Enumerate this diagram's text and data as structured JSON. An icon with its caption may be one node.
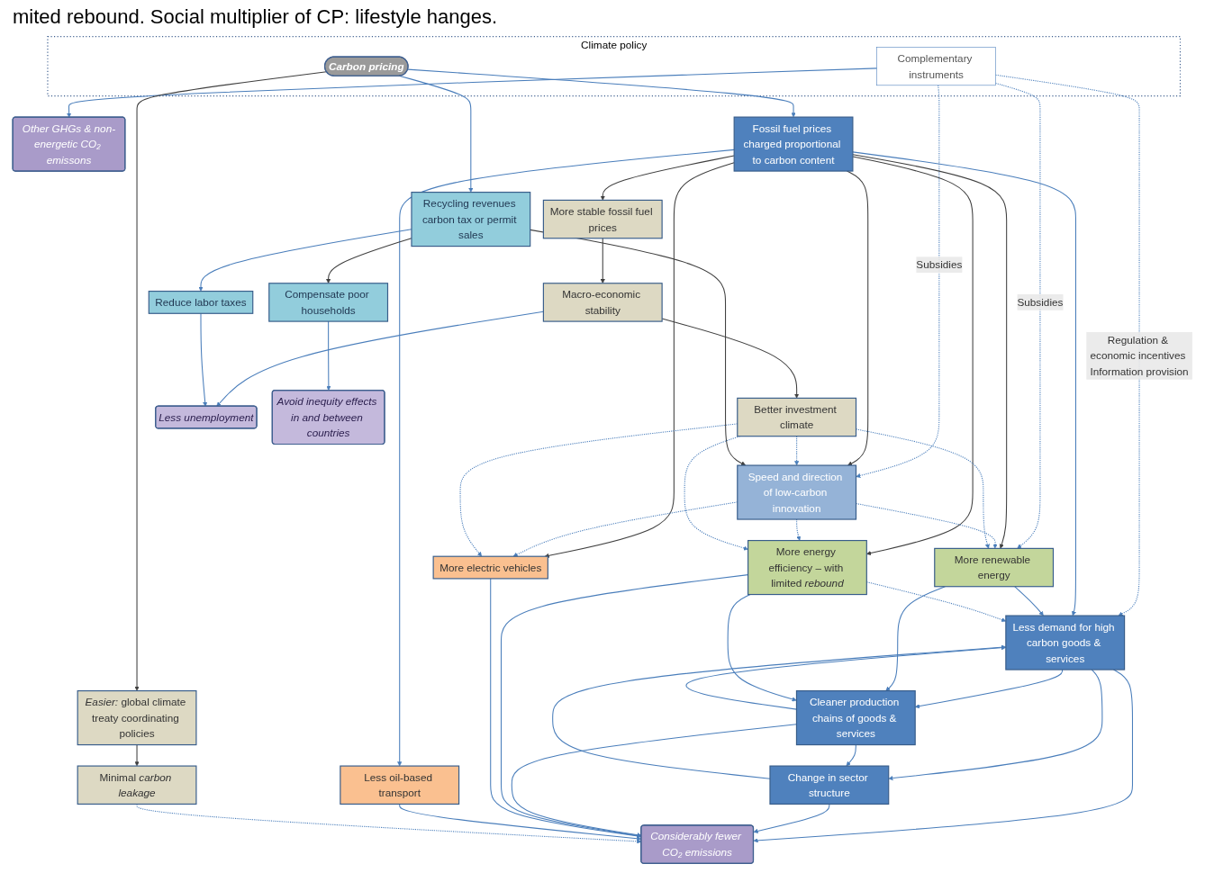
{
  "diagram": {
    "nodes": [
      {
        "text": [
          "Other GHGs & non-energetic CO₂ emissons"
        ]
      },
      {
        "text": [
          "Climate policy"
        ]
      },
      {
        "text": [
          "Complementary instruments"
        ],
        "in": 1
      },
      {
        "text": [
          "Carbon pricing"
        ],
        "in": 1
      },
      {
        "text": [
          "Less demand for high carbon goods & services"
        ]
      },
      {
        "text": [
          "Change in sector structure"
        ]
      },
      {
        "text": [
          "More renewable energy"
        ]
      },
      {
        "text": [
          "Cleaner production chains of goods & services"
        ]
      },
      {
        "text": [
          "Fossil fuel prices charged proportional to carbon content"
        ]
      },
      {
        "text": [
          "More energy efficiency – with limited *rebound*"
        ]
      },
      {
        "text": [
          "Considerably fewer CO₂ emissions"
        ]
      },
      {
        "text": [
          "More electric vehicles"
        ]
      },
      {
        "text": [
          "Less oil-based transport"
        ]
      },
      {
        "text": [
          "Better investment climate"
        ]
      },
      {
        "text": [
          "Speed and direction of low-carbon innovation"
        ]
      },
      {
        "text": [
          "More stable fossil fuel prices"
        ]
      },
      {
        "text": [
          "Macro-economic stability"
        ]
      },
      {
        "text": [
          "Less unemployment"
        ]
      },
      {
        "text": [
          "Recycling revenues carbon tax or permit sales"
        ]
      },
      {
        "text": [
          "Reduce labor taxes"
        ]
      },
      {
        "text": [
          "Compensate poor households"
        ]
      },
      {
        "text": [
          "Avoid inequity effects in and between countries"
        ]
      },
      {
        "text": [
          "*Easier:* global climate treaty coordinating policies"
        ]
      },
      {
        "text": [
          "Minimal *carbon leakage*"
        ]
      }
    ],
    "edges": [
      {
        "from": 2,
        "to": 0,
        "arrow": "to"
      },
      {
        "from": 2,
        "to": 4,
        "arrow": "to",
        "style": "dashed",
        "label": "Regulation & economic incentives Information provision"
      },
      {
        "from": 2,
        "to": 6,
        "arrow": "to",
        "style": "dashed",
        "label": "Subsidies"
      },
      {
        "from": 2,
        "to": 14,
        "arrow": "to",
        "style": "dashed",
        "label": "Subsidies"
      },
      {
        "from": 3,
        "to": 8,
        "arrow": "to"
      },
      {
        "from": 3,
        "to": 22,
        "arrow": "to",
        "color": "#404040"
      },
      {
        "from": 3,
        "to": 18,
        "arrow": "to"
      },
      {
        "from": 8,
        "to": 4,
        "arrow": "to"
      },
      {
        "from": 8,
        "to": 6,
        "arrow": "to",
        "color": "#404040"
      },
      {
        "from": 8,
        "to": 9,
        "arrow": "to",
        "color": "#404040"
      },
      {
        "from": 8,
        "to": 11,
        "arrow": "to",
        "color": "#404040"
      },
      {
        "from": 8,
        "to": 12,
        "arrow": "to"
      },
      {
        "from": 8,
        "to": 14,
        "arrow": "to",
        "color": "#404040"
      },
      {
        "from": 8,
        "to": 15,
        "arrow": "to",
        "color": "#404040"
      },
      {
        "from": 6,
        "to": 4,
        "arrow": "to"
      },
      {
        "from": 9,
        "to": 4,
        "arrow": "to",
        "style": "dashed"
      },
      {
        "from": 4,
        "to": 5,
        "arrow": "to"
      },
      {
        "from": 5,
        "to": 4,
        "arrow": "to"
      },
      {
        "from": 4,
        "to": 7,
        "arrow": "to"
      },
      {
        "from": 7,
        "to": 4,
        "arrow": "to"
      },
      {
        "from": 4,
        "to": 10,
        "arrow": "to"
      },
      {
        "from": 5,
        "to": 10,
        "arrow": "to"
      },
      {
        "from": 7,
        "to": 5,
        "arrow": "to"
      },
      {
        "from": 6,
        "to": 7,
        "arrow": "to"
      },
      {
        "from": 9,
        "to": 7,
        "arrow": "to"
      },
      {
        "from": 7,
        "to": 10,
        "arrow": "to"
      },
      {
        "from": 9,
        "to": 10,
        "arrow": "to"
      },
      {
        "from": 11,
        "to": 10,
        "arrow": "to"
      },
      {
        "from": 12,
        "to": 10,
        "arrow": "to"
      },
      {
        "from": 14,
        "to": 6,
        "arrow": "to",
        "style": "dashed"
      },
      {
        "from": 14,
        "to": 9,
        "arrow": "to",
        "style": "dashed"
      },
      {
        "from": 14,
        "to": 11,
        "arrow": "to",
        "style": "dashed"
      },
      {
        "from": 13,
        "to": 6,
        "arrow": "to",
        "style": "dashed"
      },
      {
        "from": 13,
        "to": 9,
        "arrow": "to",
        "style": "dashed"
      },
      {
        "from": 13,
        "to": 11,
        "arrow": "to",
        "style": "dashed"
      },
      {
        "from": 13,
        "to": 14,
        "arrow": "to",
        "style": "dashed"
      },
      {
        "from": 15,
        "to": 16,
        "arrow": "to",
        "color": "#404040"
      },
      {
        "from": 16,
        "to": 13,
        "arrow": "to",
        "color": "#404040"
      },
      {
        "from": 16,
        "to": 17,
        "arrow": "to"
      },
      {
        "from": 18,
        "to": 14,
        "arrow": "to",
        "color": "#404040"
      },
      {
        "from": 18,
        "to": 19,
        "arrow": "to"
      },
      {
        "from": 18,
        "to": 20,
        "arrow": "to",
        "color": "#404040"
      },
      {
        "from": 19,
        "to": 17,
        "arrow": "to"
      },
      {
        "from": 20,
        "to": 21,
        "arrow": "to"
      },
      {
        "from": 22,
        "to": 23,
        "arrow": "to",
        "color": "#404040"
      },
      {
        "from": 23,
        "to": 10,
        "arrow": "to",
        "style": "dashed"
      }
    ],
    "labels": [
      "mited rebound. Social multiplier of CP: lifestyle hanges."
    ]
  }
}
